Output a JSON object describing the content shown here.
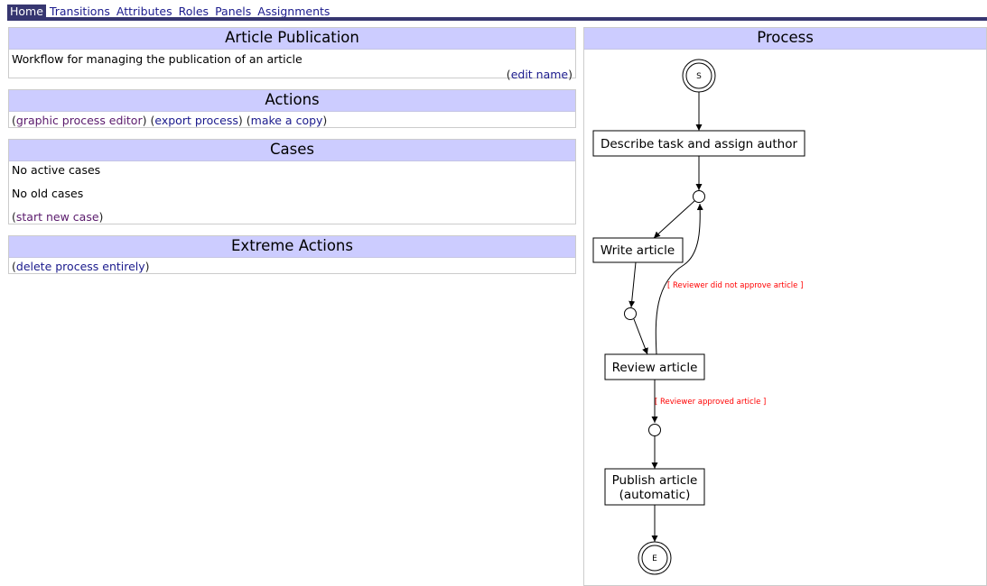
{
  "nav": {
    "tabs": [
      {
        "label": "Home",
        "active": true
      },
      {
        "label": "Transitions"
      },
      {
        "label": "Attributes"
      },
      {
        "label": "Roles"
      },
      {
        "label": "Panels"
      },
      {
        "label": "Assignments"
      }
    ]
  },
  "article_publication": {
    "title": "Article Publication",
    "description": "Workflow for managing the publication of an article",
    "edit_name_link": "edit name"
  },
  "actions": {
    "title": "Actions",
    "graphic_editor_link": "graphic process editor",
    "export_link": "export process",
    "copy_link": "make a copy"
  },
  "cases": {
    "title": "Cases",
    "active_text": "No active cases",
    "old_text": "No old cases",
    "start_link": "start new case"
  },
  "extreme_actions": {
    "title": "Extreme Actions",
    "delete_link": "delete process entirely"
  },
  "process": {
    "title": "Process",
    "start_label": "S",
    "end_label": "E",
    "tasks": {
      "describe": "Describe task and assign author",
      "write": "Write article",
      "review": "Review article",
      "publish_line1": "Publish article",
      "publish_line2": "(automatic)"
    },
    "guards": {
      "not_approved": "[ Reviewer did not approve article ]",
      "approved": "[ Reviewer approved article ]"
    }
  },
  "colors": {
    "nav_bar": "#363670",
    "title_bg": "#ccccff",
    "link": "#1a1a8c",
    "visited_link": "#5a1a6c",
    "guard_text": "#ff0000"
  }
}
